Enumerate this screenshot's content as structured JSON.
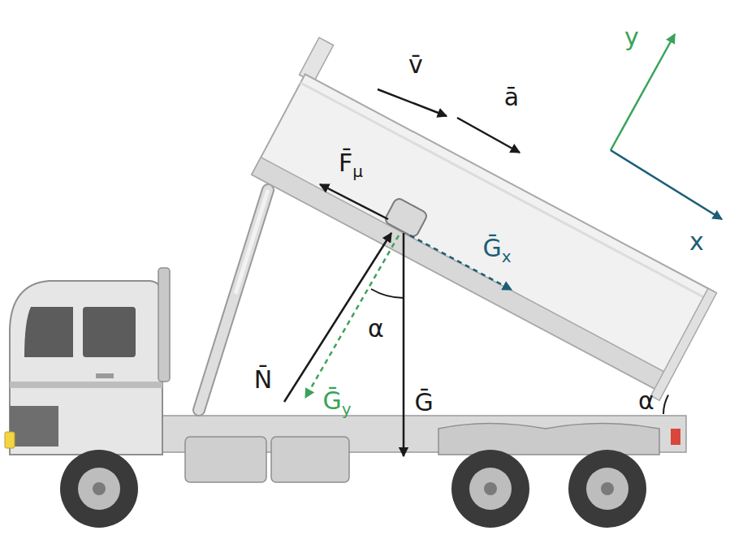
{
  "diagram": {
    "labels": [
      "v̄",
      "ā",
      "y",
      "x",
      "F̄μ",
      "Ḡx",
      "α",
      "N̄",
      "Ḡy",
      "Ḡ",
      "α"
    ]
  }
}
